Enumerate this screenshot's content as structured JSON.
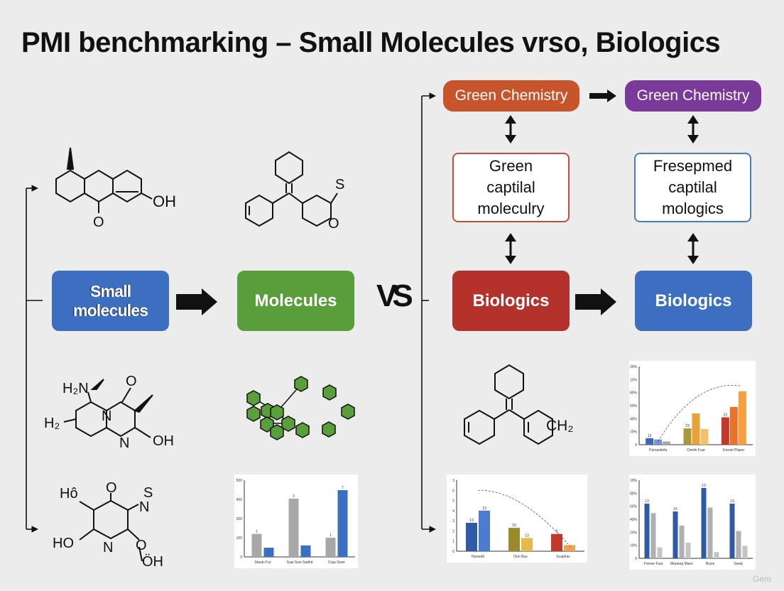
{
  "title": "PMI benchmarking – Small Molecules vrso, Biologics",
  "vs_text": "VS",
  "boxes": {
    "small_molecules": "Small molecules",
    "molecules": "Molecules",
    "biologics_left": "Biologics",
    "biologics_right": "Biologics",
    "green_chem_left": "Green Chemistry",
    "green_chem_right": "Green Chemistry",
    "outline_left": "Green\ncaptilal\nmoleculry",
    "outline_right": "Fresepmed\ncaptilal\nmologics"
  },
  "structure_labels": {
    "oh1": "OH",
    "o1": "O",
    "s2": "S",
    "o2": "O",
    "h2n": "H₂N",
    "h2": "H₂",
    "o3": "O",
    "n3a": "N",
    "n3b": "N",
    "oh3": "OH",
    "ho4a": "Hô",
    "o4a": "O",
    "s4": "S",
    "n4a": "N",
    "ho4b": "HO",
    "n4b": "N",
    "o4b": "O",
    "oh4": "ÖH",
    "ch2": "CH₂"
  },
  "colors": {
    "blue": "#3d6fc0",
    "green": "#5a9e3c",
    "red": "#b5312c",
    "orange": "#c7542a",
    "purple": "#7a3a9a",
    "outline_red": "#c0503a",
    "outline_blue": "#4a7cc0",
    "mol_green": "#5aa03a"
  },
  "watermark": "Gem",
  "chart_data": [
    {
      "type": "bar",
      "categories": [
        "Stauto Fur",
        "Supi Susi Sadnd",
        "Crga Stuer"
      ],
      "series": [
        {
          "values": [
            150,
            380,
            125
          ]
        },
        {
          "values": [
            60,
            75,
            435
          ]
        }
      ],
      "yticks": [
        "0",
        "100",
        "200",
        "400",
        "500"
      ],
      "ylim": [
        0,
        500
      ],
      "value_labels": [
        [
          "1",
          "3",
          "1"
        ],
        [
          "",
          "",
          "7"
        ]
      ]
    },
    {
      "type": "bar",
      "categories": [
        "Hassuth",
        "Oun Bus",
        "Scaphas"
      ],
      "series": [
        {
          "values": [
            2.8,
            2.3,
            1.7
          ]
        },
        {
          "values": [
            4.0,
            1.3,
            0.6
          ]
        }
      ],
      "yticks": [
        "0",
        "1",
        "2",
        "3",
        "4",
        "5",
        "6",
        "3"
      ],
      "ylim": [
        0,
        7
      ],
      "value_labels": [
        [
          "13",
          "23",
          "3"
        ],
        [
          "13",
          "13",
          ""
        ]
      ],
      "trend": [
        6.0,
        0.3
      ]
    },
    {
      "type": "bar",
      "categories": [
        "Paroastiefa",
        "Cterile Fuur",
        "Eneari Plaper"
      ],
      "series": [
        {
          "values": [
            10,
            25,
            42
          ]
        },
        {
          "values": [
            8,
            48,
            58
          ]
        },
        {
          "values": [
            5,
            24,
            82
          ]
        }
      ],
      "yticks": [
        "0",
        "20%",
        "40%",
        "60%",
        "80%",
        "10%",
        "20%"
      ],
      "ylim": [
        0,
        120
      ],
      "value_labels": [
        [
          "13",
          "23",
          "23"
        ],
        [
          "",
          "",
          ""
        ],
        [
          "",
          "",
          ""
        ]
      ],
      "trend": [
        5,
        90
      ]
    },
    {
      "type": "bar",
      "categories": [
        "Freese Fuut",
        "Mepeng Maen",
        "Busis",
        "Sealy"
      ],
      "series": [
        {
          "values": [
            70,
            60,
            90,
            70
          ]
        },
        {
          "values": [
            58,
            42,
            65,
            35
          ]
        },
        {
          "values": [
            14,
            20,
            8,
            16
          ]
        }
      ],
      "yticks": [
        "0",
        "10%",
        "20%",
        "40%",
        "60%",
        "80%",
        "10%"
      ],
      "ylim": [
        0,
        100
      ],
      "value_labels": [
        [
          "13",
          "15",
          "13",
          "13"
        ],
        [
          "",
          "",
          "",
          ""
        ],
        [
          "",
          "",
          "",
          ""
        ]
      ]
    }
  ]
}
